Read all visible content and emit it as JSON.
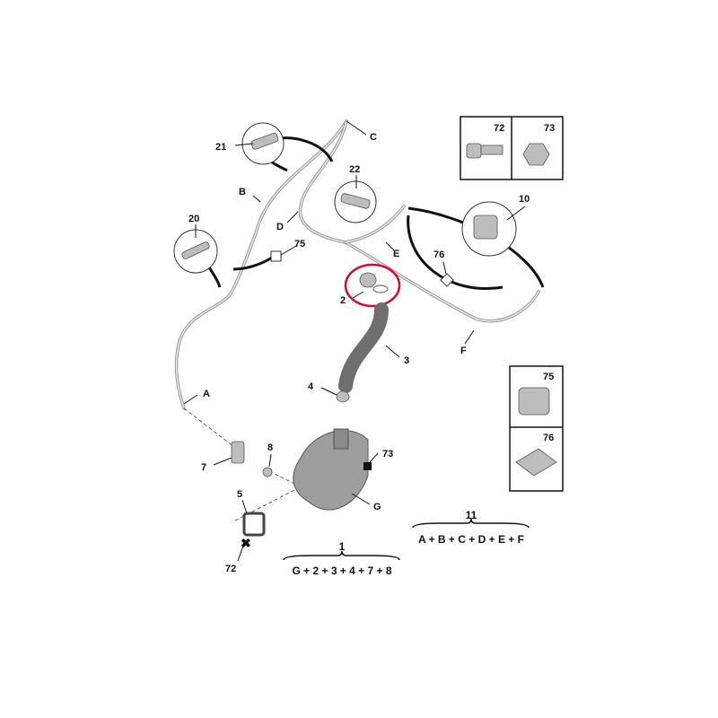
{
  "labels": {
    "p21": "21",
    "pC": "C",
    "pB": "B",
    "p22": "22",
    "pD": "D",
    "p20": "20",
    "p75": "75",
    "pE": "E",
    "p76": "76",
    "p10": "10",
    "p2": "2",
    "pF": "F",
    "p3": "3",
    "pA": "A",
    "p4": "4",
    "p73": "73",
    "p7": "7",
    "p8": "8",
    "p5": "5",
    "pG": "G",
    "p72": "72"
  },
  "inset_top": {
    "left_label": "72",
    "right_label": "73"
  },
  "inset_right": {
    "top_label": "75",
    "bottom_label": "76"
  },
  "assembly_11": {
    "number": "11",
    "formula": "A + B + C + D + E + F"
  },
  "assembly_1": {
    "number": "1",
    "formula": "G + 2 + 3 + 4 + 7 + 8"
  },
  "highlight_color": "#c8102e"
}
